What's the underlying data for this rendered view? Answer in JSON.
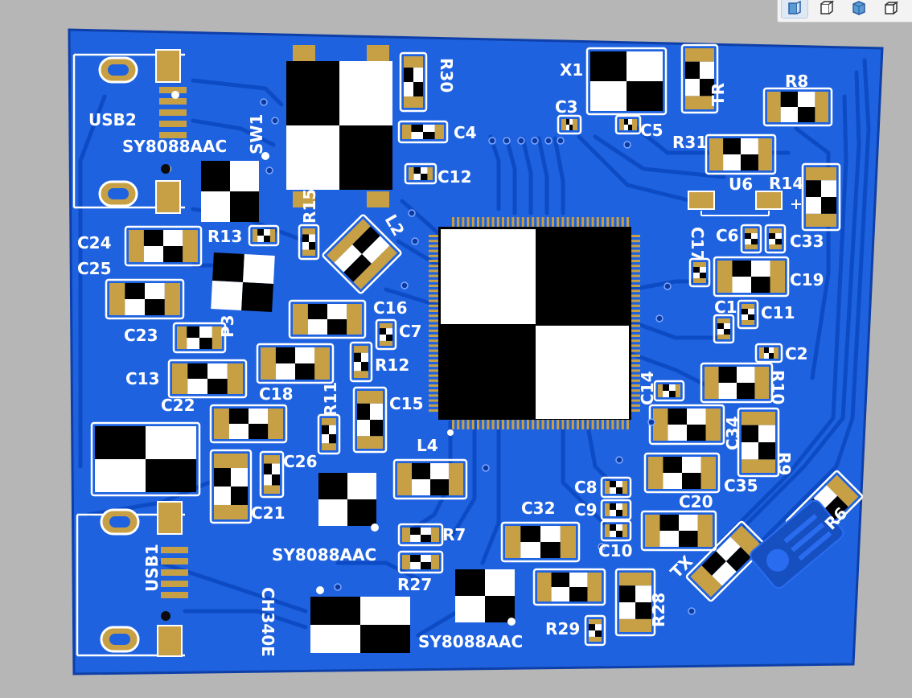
{
  "colors": {
    "background": "#b6b6b6",
    "board": "#1e62e0",
    "board_edge": "#0e3fa8",
    "trace": "#0d4bc4",
    "pad": "#c7a046",
    "silkscreen": "#ffffff"
  },
  "toolbar": {
    "buttons": [
      {
        "icon": "view-front-icon",
        "active": true
      },
      {
        "icon": "view-side-icon",
        "active": false
      },
      {
        "icon": "view-iso-icon",
        "active": false
      },
      {
        "icon": "view-layers-icon",
        "active": false
      }
    ]
  },
  "labels": {
    "usb2": "USB2",
    "usb1": "USB1",
    "sy_top": "SY8088AAC",
    "sy_mid": "SY8088AAC",
    "sy_bot": "SY8088AAC",
    "sw1": "SW1",
    "r30": "R30",
    "c4": "C4",
    "c12": "C12",
    "r15": "R15",
    "r13": "R13",
    "l2": "L2",
    "c24": "C24",
    "c25": "C25",
    "p3": "P3",
    "c23": "C23",
    "c16": "C16",
    "c7": "C7",
    "c13": "C13",
    "c18": "C18",
    "r12": "R12",
    "c22": "C22",
    "r11": "R11",
    "c15": "C15",
    "c26": "C26",
    "c21": "C21",
    "l4": "L4",
    "r7": "R7",
    "r27": "R27",
    "ch340e": "CH340E",
    "x1": "X1",
    "c3": "C3",
    "c5": "C5",
    "tr": "TR",
    "r8": "R8",
    "r31": "R31",
    "u6": "U6",
    "r14": "R14",
    "c17": "C17",
    "c6": "C6",
    "c33": "C33",
    "c19": "C19",
    "c1": "C1",
    "c11": "C11",
    "c2": "C2",
    "r10": "R10",
    "c14": "C14",
    "c34": "C34",
    "r9": "R9",
    "c35": "C35",
    "c8": "C8",
    "c9": "C9",
    "c10": "C10",
    "c32": "C32",
    "c20": "C20",
    "r6": "R6",
    "tx": "TX",
    "r28": "R28",
    "r29": "R29"
  }
}
